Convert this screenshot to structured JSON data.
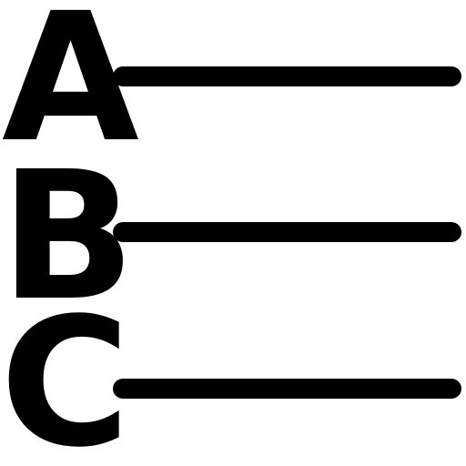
{
  "icon": {
    "name": "alphabetical-list-icon",
    "color": "#000000",
    "items": [
      {
        "letter": "A"
      },
      {
        "letter": "B"
      },
      {
        "letter": "C"
      }
    ]
  }
}
